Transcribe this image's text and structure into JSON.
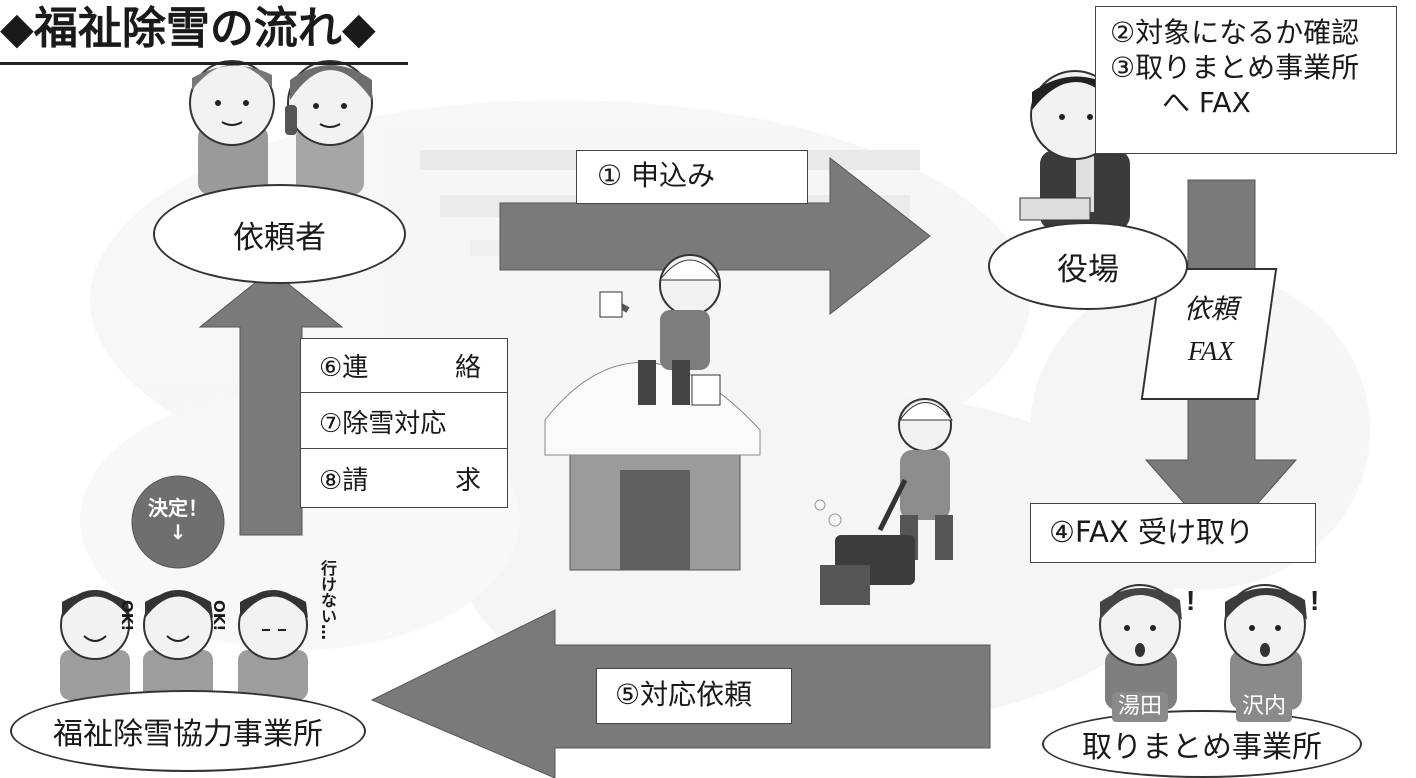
{
  "title": "◆福祉除雪の流れ◆",
  "nodes": {
    "requester": "依頼者",
    "town_office": "役場",
    "coordinator": "取りまとめ事業所",
    "partner": "福祉除雪協力事業所"
  },
  "town_office_tasks": {
    "line1": "②対象になるか確認",
    "line2": "③取りまとめ事業所",
    "line3": "へ FAX"
  },
  "steps": {
    "apply": "① 申込み",
    "fax_receive": "④FAX 受け取り",
    "request": "⑤対応依頼",
    "contact_num": "⑥連",
    "contact_char": "絡",
    "snow_num": "⑦除雪対応",
    "bill_num": "⑧請",
    "bill_char": "求"
  },
  "fax_label": {
    "line1": "依頼",
    "line2": "FAX"
  },
  "badges": {
    "decided": "決定！",
    "decided_arrow": "↓"
  },
  "speech": {
    "ok1": "OK!",
    "ok2": "OK!",
    "cannot": "行けない…"
  },
  "staff": {
    "yuda": "湯田",
    "sawauchi": "沢内"
  }
}
